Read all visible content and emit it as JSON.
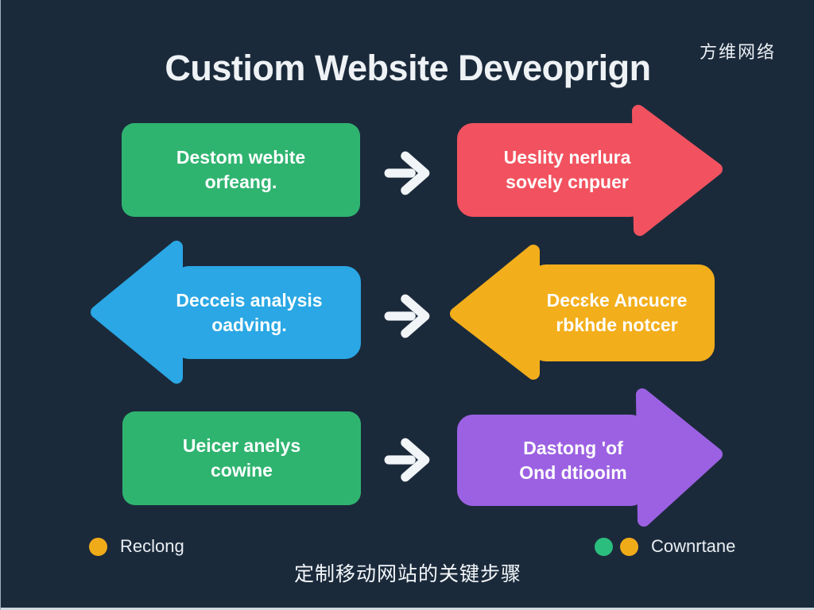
{
  "title": "Custiom Website Deveoprign",
  "watermark": "方维网络",
  "caption": "定制移动网站的关键步骤",
  "colors": {
    "background": "#1b2a3b",
    "green": "#2fb470",
    "red": "#f2525f",
    "blue": "#2aa7e4",
    "yellow": "#f3ae1b",
    "purple": "#9c61e2",
    "arrow_white": "#f2f5f7",
    "legend_green": "#2bbd7e",
    "legend_yellow": "#f0ab19"
  },
  "steps": {
    "box_top_left": {
      "line1": "Destom webite",
      "line2": "orfeang."
    },
    "arrow_top_right": {
      "line1": "Ueslity nerlura",
      "line2": "sovely cnpuer"
    },
    "arrow_mid_left": {
      "line1": "Decceis analysis",
      "line2": "oadving."
    },
    "arrow_mid_right": {
      "line1": "Decɛke Ancucre",
      "line2": "rbkhde notcer"
    },
    "box_bottom_left": {
      "line1": "Ueicer anelys",
      "line2": "cowine"
    },
    "arrow_bottom_right": {
      "line1": "Dastong 'of",
      "line2": "Ond dtiooim"
    }
  },
  "legend": {
    "left": {
      "label": "Reclong"
    },
    "right": {
      "label": "Cownrtane"
    }
  },
  "icons": {
    "connector": "arrow-right-icon"
  }
}
